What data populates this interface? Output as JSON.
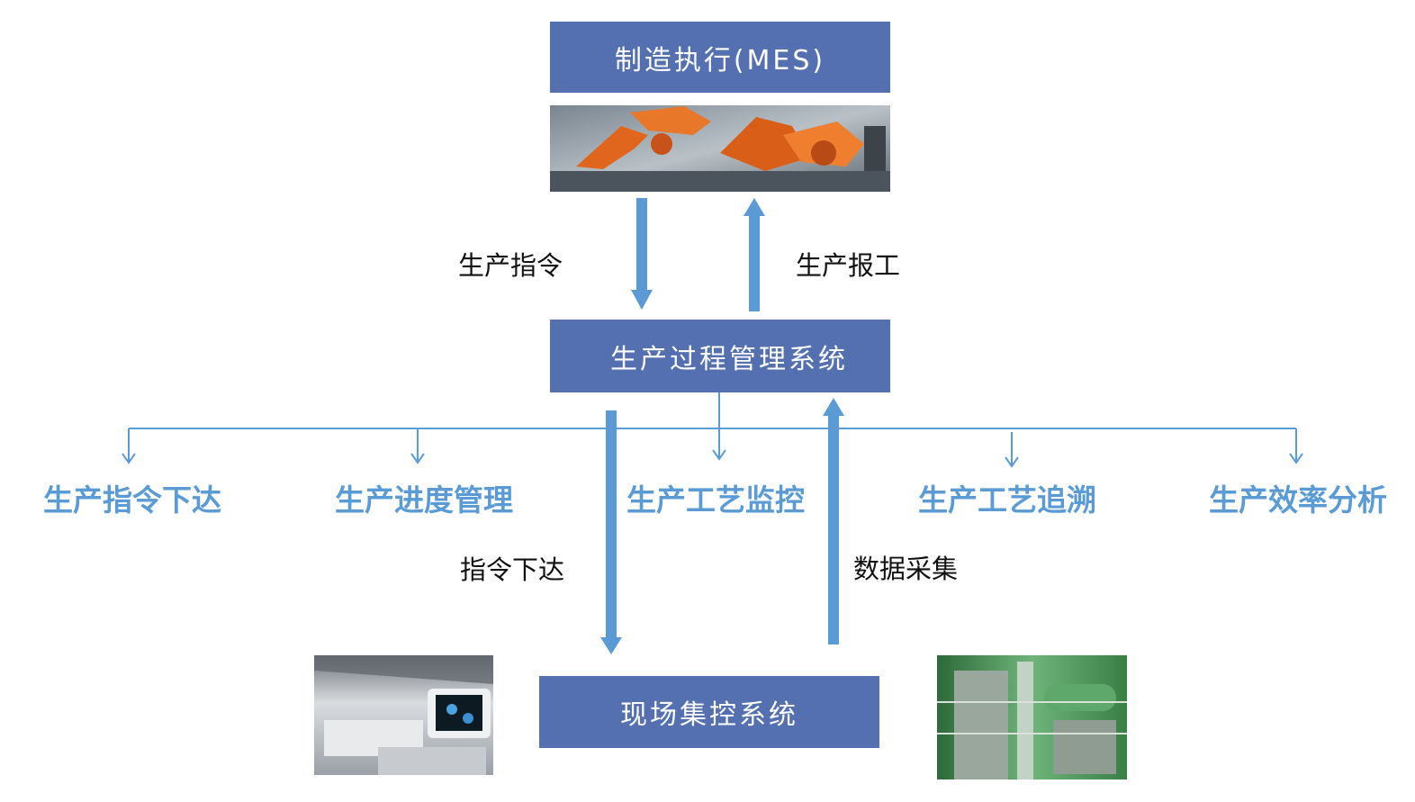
{
  "boxes": {
    "mes": "制造执行(MES)",
    "process": "生产过程管理系统",
    "field": "现场集控系统"
  },
  "flows": {
    "instruction": "生产指令",
    "report": "生产报工",
    "dispatch": "指令下达",
    "collect": "数据采集"
  },
  "modules": [
    {
      "label": "生产指令下达"
    },
    {
      "label": "生产进度管理"
    },
    {
      "label": "生产工艺监控"
    },
    {
      "label": "生产工艺追溯"
    },
    {
      "label": "生产效率分析"
    }
  ],
  "images": {
    "mes": "robot-arm-photo",
    "field_left": "automated-line-photo",
    "field_right": "industrial-plant-photo"
  },
  "colors": {
    "box_fill": "#5470B0",
    "arrow": "#5B9BD5",
    "module_text": "#5B9BD5",
    "label_text": "#111111"
  }
}
